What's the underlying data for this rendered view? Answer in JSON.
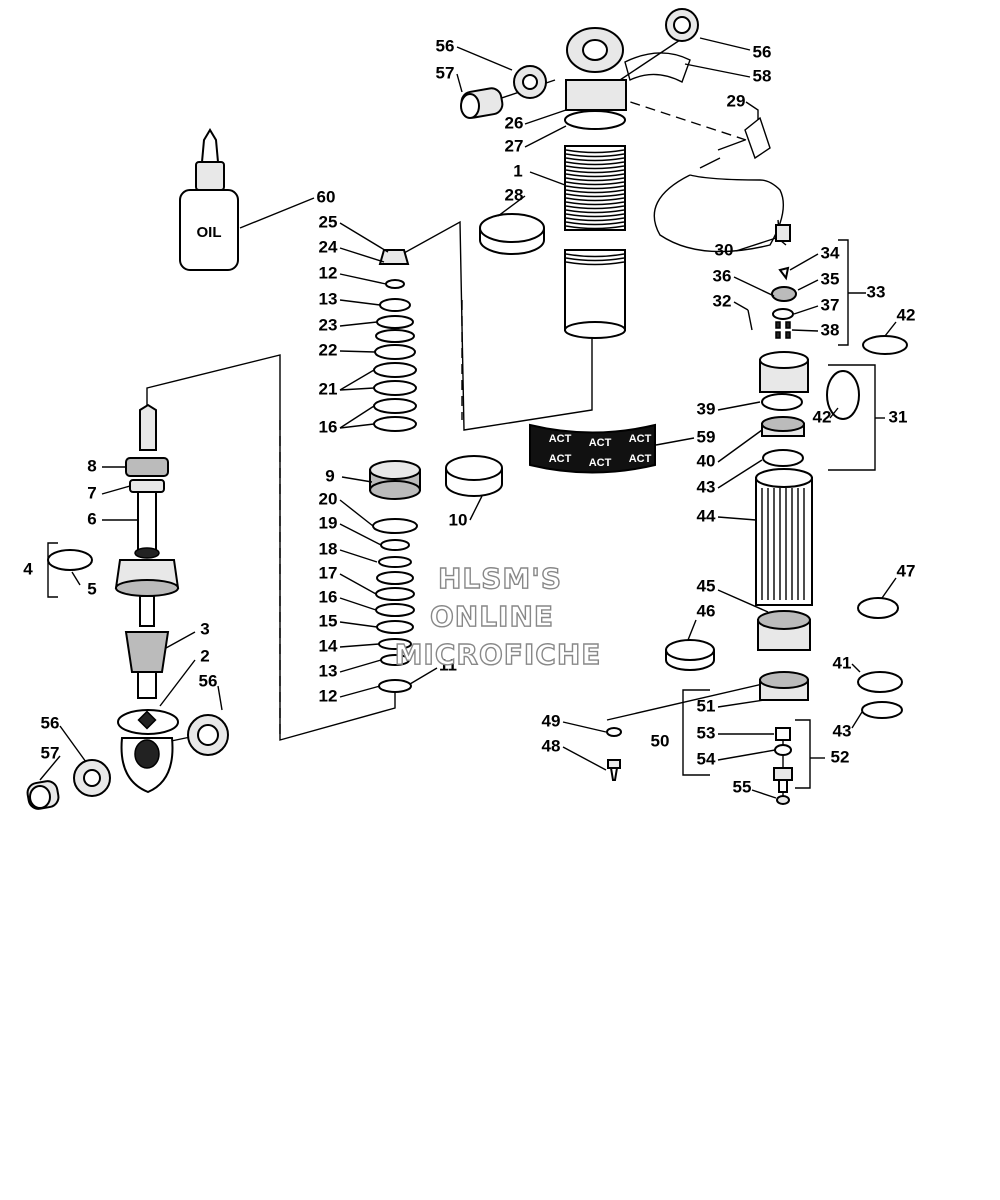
{
  "oil_label": "OIL",
  "callouts": [
    "1",
    "2",
    "3",
    "4",
    "5",
    "6",
    "7",
    "8",
    "9",
    "10",
    "11",
    "12",
    "12",
    "13",
    "13",
    "14",
    "15",
    "16",
    "16",
    "17",
    "18",
    "19",
    "20",
    "21",
    "22",
    "23",
    "24",
    "25",
    "26",
    "27",
    "28",
    "29",
    "30",
    "31",
    "32",
    "33",
    "34",
    "35",
    "36",
    "37",
    "38",
    "39",
    "40",
    "41",
    "42",
    "42",
    "43",
    "43",
    "44",
    "45",
    "46",
    "47",
    "48",
    "49",
    "50",
    "51",
    "52",
    "53",
    "54",
    "55",
    "56",
    "56",
    "56",
    "56",
    "57",
    "57",
    "58",
    "59",
    "60"
  ],
  "watermark": [
    "HLSM'S",
    "ONLINE",
    "MICROFICHE"
  ],
  "decal_text": "ACT"
}
